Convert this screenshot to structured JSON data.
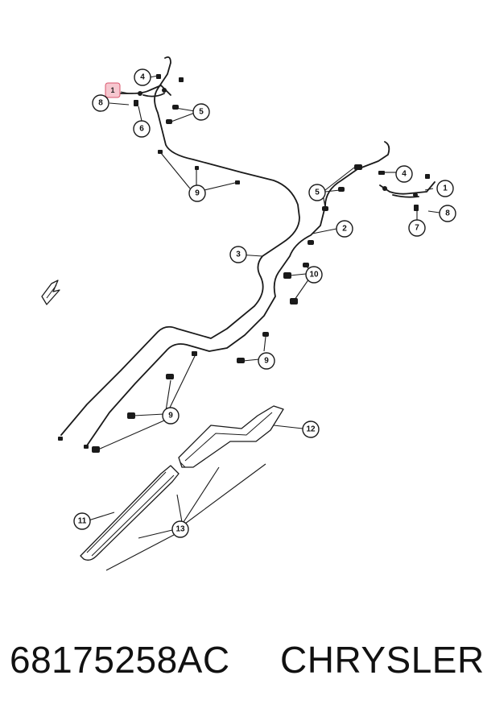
{
  "diagram": {
    "callouts": [
      "1",
      "1",
      "2",
      "3",
      "4",
      "4",
      "5",
      "5",
      "6",
      "7",
      "8",
      "8",
      "9",
      "9",
      "9",
      "10",
      "11",
      "12",
      "13"
    ],
    "highlight_color": "#f6c7cf"
  },
  "caption": {
    "part_number": "68175258AC",
    "brand": "CHRYSLER"
  }
}
